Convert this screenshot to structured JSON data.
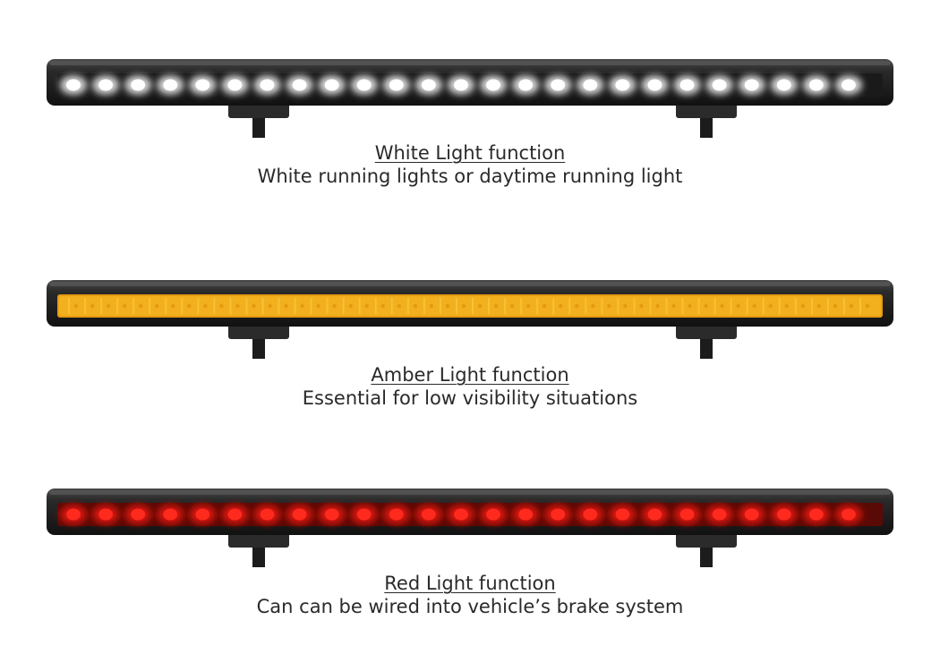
{
  "panels": [
    {
      "title": "White Light function",
      "description": "White running lights or daytime running light",
      "light_color": "#ffffff",
      "glow_color": "#e8e8e8",
      "lens_color": "#1a1a1a",
      "led_count": 25,
      "led_style": "white"
    },
    {
      "title": "Amber Light function",
      "description": "Essential for low visibility situations",
      "light_color": "#f2b01e",
      "glow_color": "#f7c23a",
      "lens_color": "#e49a12",
      "led_count": 50,
      "led_style": "amber"
    },
    {
      "title": "Red Light function",
      "description": "Can can be wired into vehicle’s brake system",
      "light_color": "#ff2a1e",
      "glow_color": "#e0140c",
      "lens_color": "#5a0a06",
      "led_count": 25,
      "led_style": "red"
    }
  ]
}
